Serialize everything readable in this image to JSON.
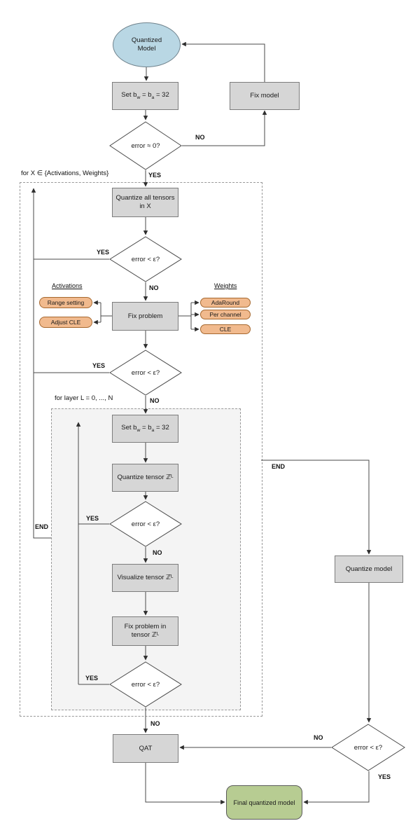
{
  "labels": {
    "yes": "YES",
    "no": "NO",
    "end": "END",
    "outer_loop": "for X ∈ {Activations, Weights}",
    "inner_loop": "for layer L = 0, ..., N",
    "activations": "Activations",
    "weights": "Weights",
    "error_zero": "error ≈ 0?",
    "error_eps": "error < ε?"
  },
  "nodes": {
    "start": {
      "l1": "Quantized",
      "l2": "Model"
    },
    "fix_model": "Fix model",
    "set_bits": {
      "p1": "Set b",
      "s1": "w",
      "p2": " = b",
      "s2": "a",
      "p3": " = 32"
    },
    "quantize_all": {
      "l1": "Quantize all tensors",
      "l2": "in X"
    },
    "fix_problem": "Fix problem",
    "quantize_tensor": "Quantize tensor ℤᴸ",
    "visualize_tensor": "Visualize tensor ℤᴸ",
    "fix_tensor": {
      "l1": "Fix problem in",
      "l2": "tensor ℤᴸ"
    },
    "qat": "QAT",
    "quantize_model": "Quantize model",
    "final": "Final quantized model",
    "act_options": [
      "Range setting",
      "Adjust CLE"
    ],
    "weight_options": [
      "AdaRound",
      "Per channel",
      "CLE"
    ]
  },
  "colors": {
    "process_fill": "#d6d6d6",
    "start_fill": "#b9d7e4",
    "option_fill": "#f1ba8e",
    "final_fill": "#b7cc92",
    "inner_loop_fill": "#f4f4f4",
    "line": "#4a4a4a"
  }
}
